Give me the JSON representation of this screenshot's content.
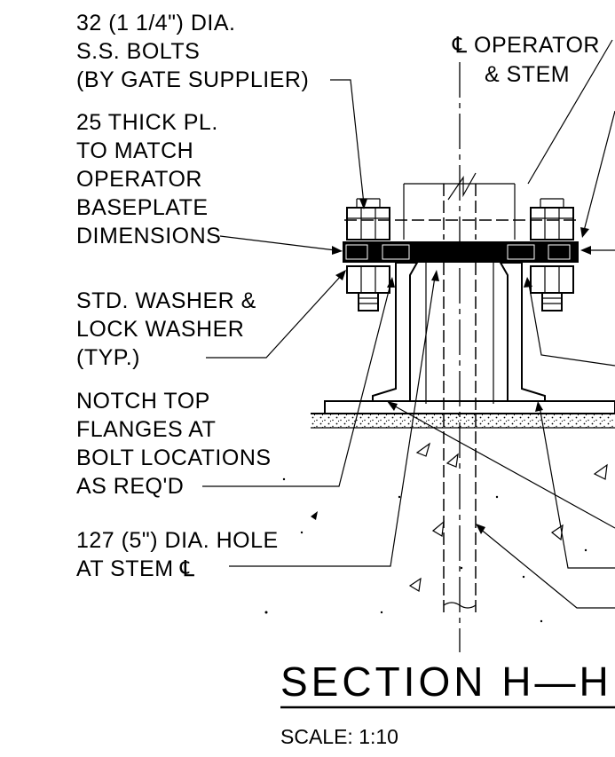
{
  "notes": {
    "bolts": [
      "32 (1 1/4\") DIA.",
      "S.S. BOLTS",
      "(BY GATE SUPPLIER)"
    ],
    "plate": [
      "25 THICK PL.",
      "TO MATCH",
      "OPERATOR",
      "BASEPLATE",
      "DIMENSIONS"
    ],
    "washer": [
      "STD. WASHER &",
      "LOCK WASHER",
      "(TYP.)"
    ],
    "notch": [
      "NOTCH TOP",
      "FLANGES AT",
      "BOLT LOCATIONS",
      "AS REQ'D"
    ],
    "hole": [
      "127 (5\") DIA. HOLE",
      "AT STEM ℄"
    ],
    "operator": [
      "℄ OPERATOR",
      "& STEM"
    ]
  },
  "title": "SECTION H—H",
  "scale_label": "SCALE: 1:10"
}
